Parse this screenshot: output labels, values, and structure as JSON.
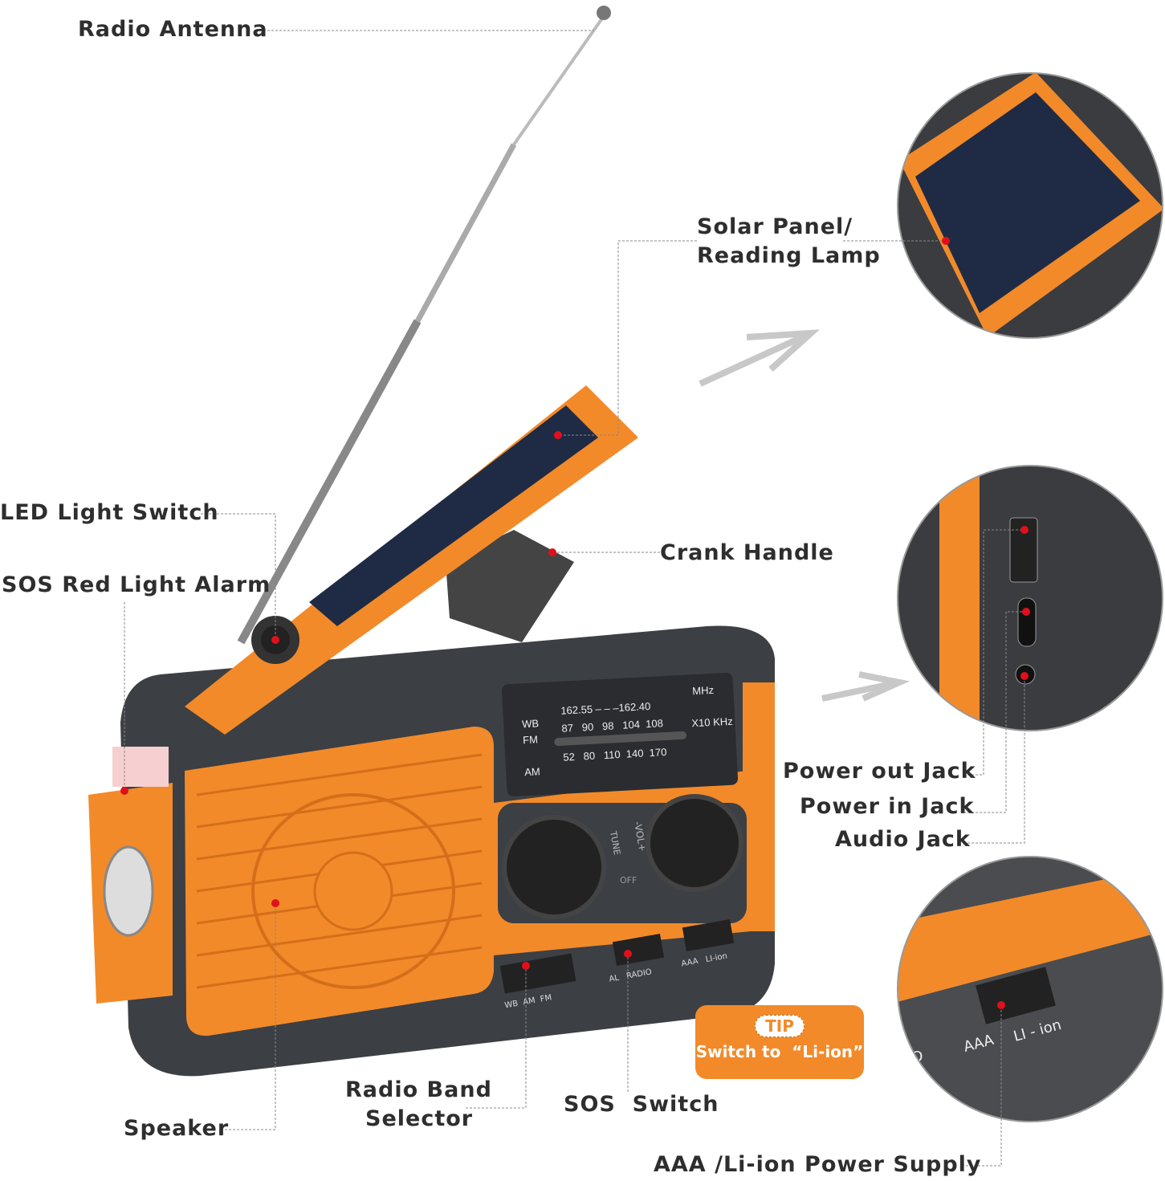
{
  "labels": {
    "radio_antenna": "Radio Antenna",
    "solar_panel_line1": "Solar Panel/",
    "solar_panel_line2": "Reading Lamp",
    "led_light_switch": "LED Light Switch",
    "sos_red_light_alarm": "SOS Red Light Alarm",
    "crank_handle": "Crank Handle",
    "power_out_jack": "Power out Jack",
    "power_in_jack": "Power in Jack",
    "audio_jack": "Audio Jack",
    "radio_band_line1": "Radio Band",
    "radio_band_line2": "Selector",
    "sos_switch": "SOS  Switch",
    "speaker": "Speaker",
    "power_supply": "AAA /Li-ion Power Supply"
  },
  "tip": {
    "badge": "TIP",
    "text": "Switch to  “Li-ion”"
  },
  "dial": {
    "wb": "WB",
    "fm": "FM",
    "am": "AM",
    "wb_range": "162.55 – – –162.40",
    "fm_scale": "87   90   98   104  108",
    "am_scale": "52   80   110  140  170",
    "mhz": "MHz",
    "khz": "X10 KHz"
  },
  "knobs": {
    "tune": "TUNE",
    "vol": "-VOL+",
    "off": "OFF"
  },
  "switches": {
    "band": "WB  AM  FM",
    "sos": "AL   RADIO",
    "power": "AAA   LI-ion"
  },
  "inset_power": {
    "aaa": "AAA",
    "li_ion": "LI - ion",
    "io": "IO"
  },
  "colors": {
    "orange": "#f28a2a",
    "body": "#3c3f44",
    "marker": "#e0101a",
    "leader": "#888888"
  }
}
